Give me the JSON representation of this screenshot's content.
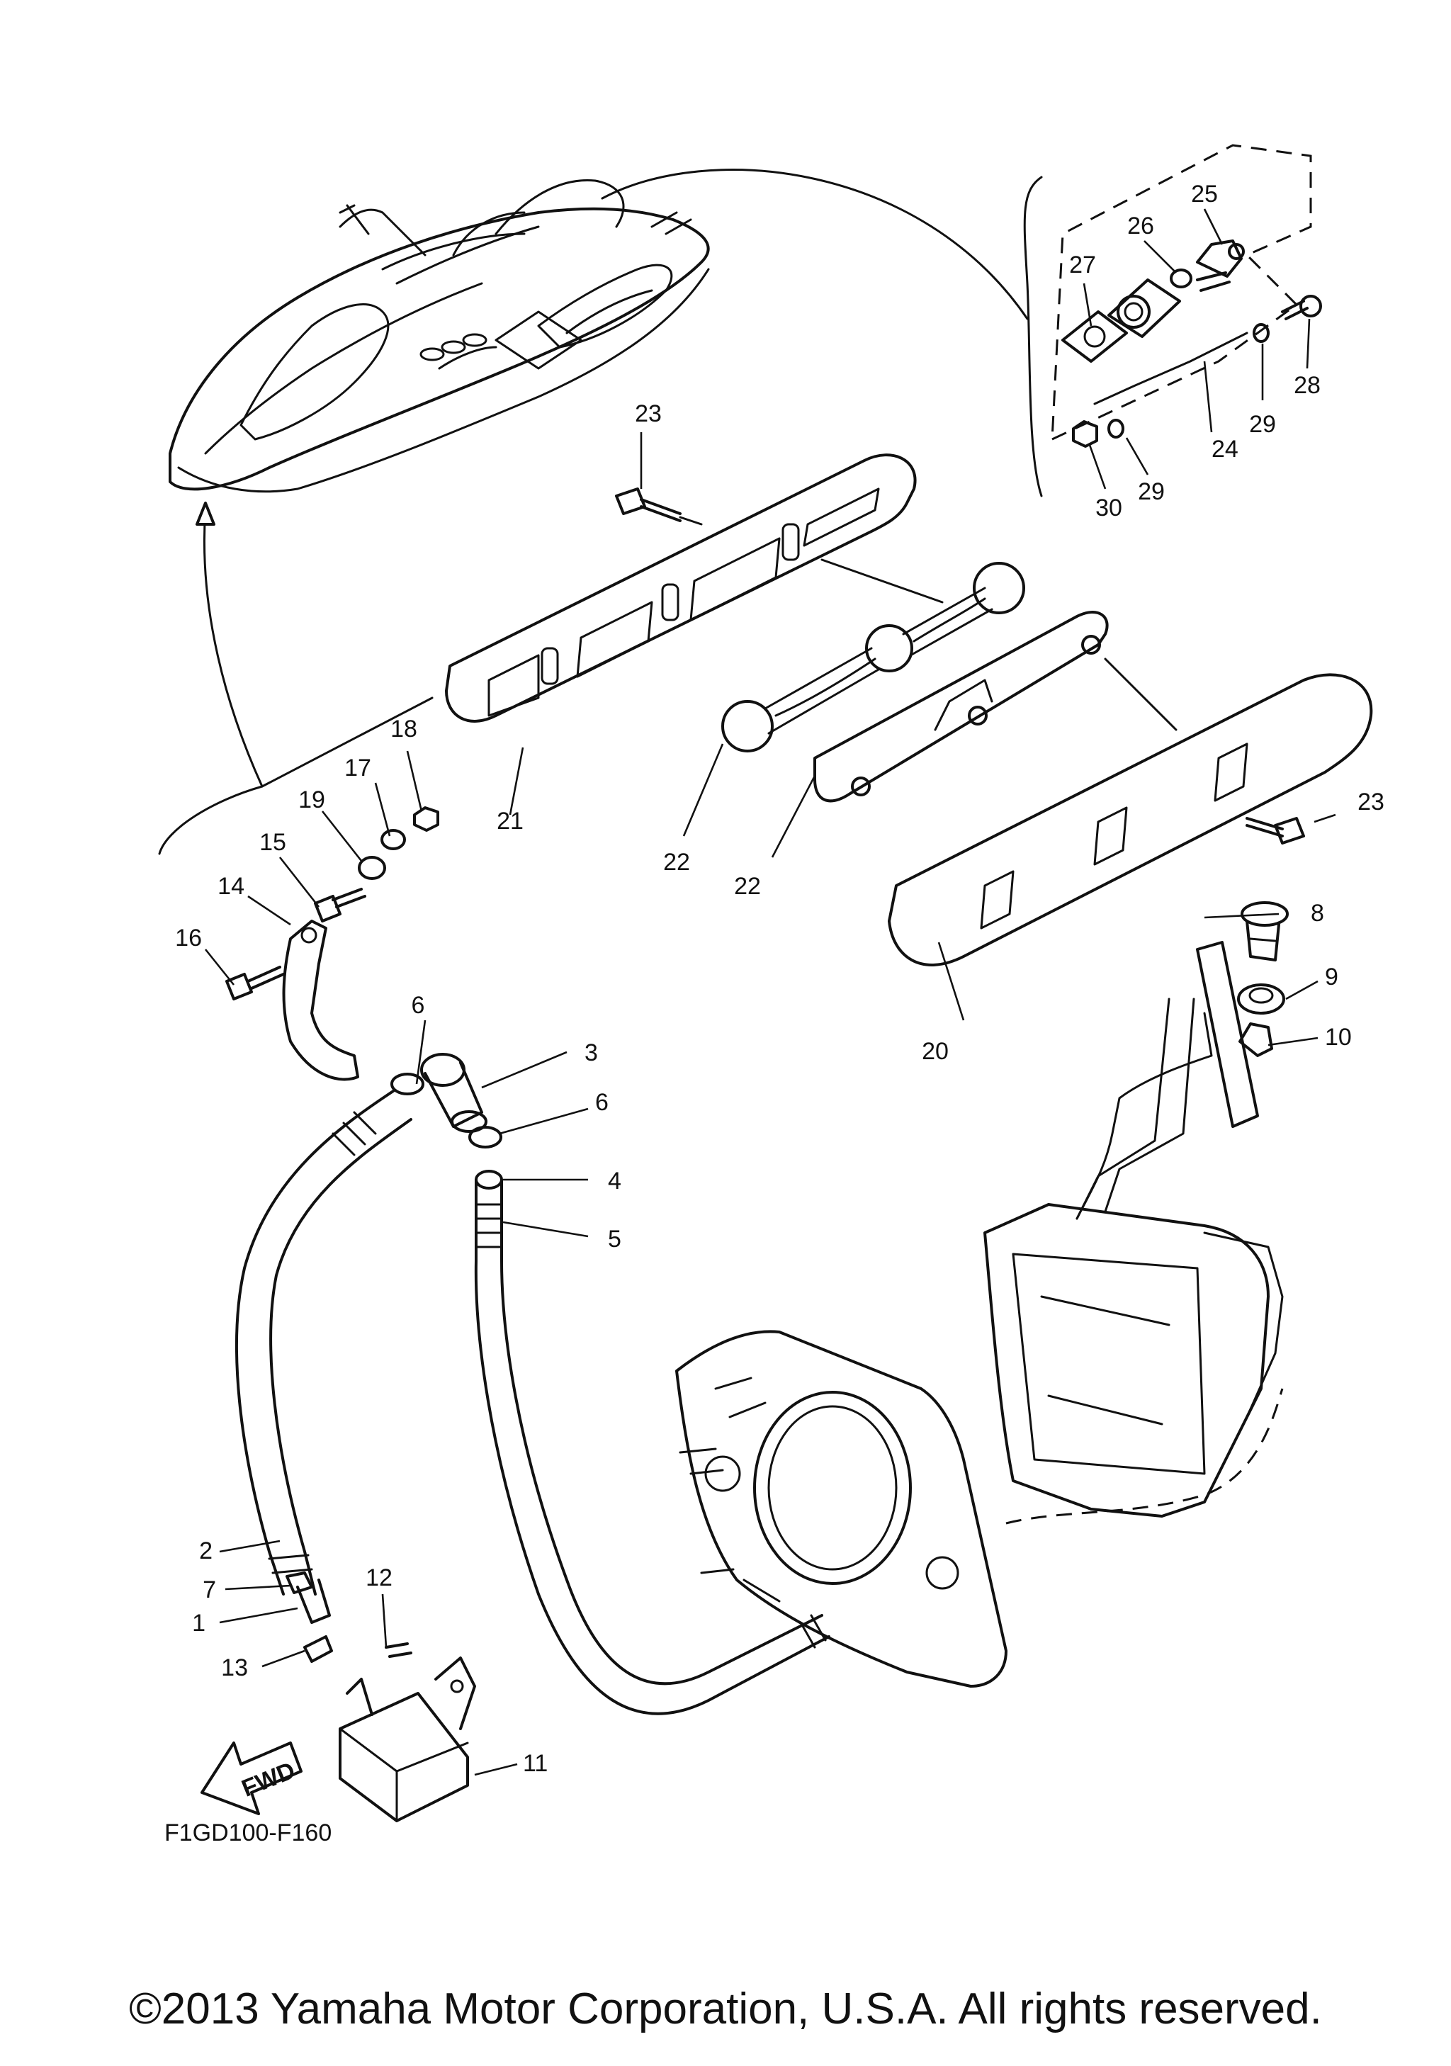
{
  "diagram": {
    "callouts": [
      {
        "id": "1",
        "label": "1"
      },
      {
        "id": "2",
        "label": "2"
      },
      {
        "id": "3",
        "label": "3"
      },
      {
        "id": "4",
        "label": "4"
      },
      {
        "id": "5",
        "label": "5"
      },
      {
        "id": "6a",
        "label": "6"
      },
      {
        "id": "6b",
        "label": "6"
      },
      {
        "id": "7",
        "label": "7"
      },
      {
        "id": "8",
        "label": "8"
      },
      {
        "id": "9",
        "label": "9"
      },
      {
        "id": "10",
        "label": "10"
      },
      {
        "id": "11",
        "label": "11"
      },
      {
        "id": "12",
        "label": "12"
      },
      {
        "id": "13",
        "label": "13"
      },
      {
        "id": "14",
        "label": "14"
      },
      {
        "id": "15",
        "label": "15"
      },
      {
        "id": "16",
        "label": "16"
      },
      {
        "id": "17",
        "label": "17"
      },
      {
        "id": "18",
        "label": "18"
      },
      {
        "id": "19",
        "label": "19"
      },
      {
        "id": "20",
        "label": "20"
      },
      {
        "id": "21",
        "label": "21"
      },
      {
        "id": "22a",
        "label": "22"
      },
      {
        "id": "22b",
        "label": "22"
      },
      {
        "id": "23a",
        "label": "23"
      },
      {
        "id": "23b",
        "label": "23"
      },
      {
        "id": "24",
        "label": "24"
      },
      {
        "id": "25",
        "label": "25"
      },
      {
        "id": "26",
        "label": "26"
      },
      {
        "id": "27",
        "label": "27"
      },
      {
        "id": "28",
        "label": "28"
      },
      {
        "id": "29a",
        "label": "29"
      },
      {
        "id": "29b",
        "label": "29"
      },
      {
        "id": "30",
        "label": "30"
      }
    ],
    "fwd_label": "FWD",
    "diagram_code": "F1GD100-F160",
    "copyright": "©2013 Yamaha Motor Corporation, U.S.A. All rights reserved."
  }
}
